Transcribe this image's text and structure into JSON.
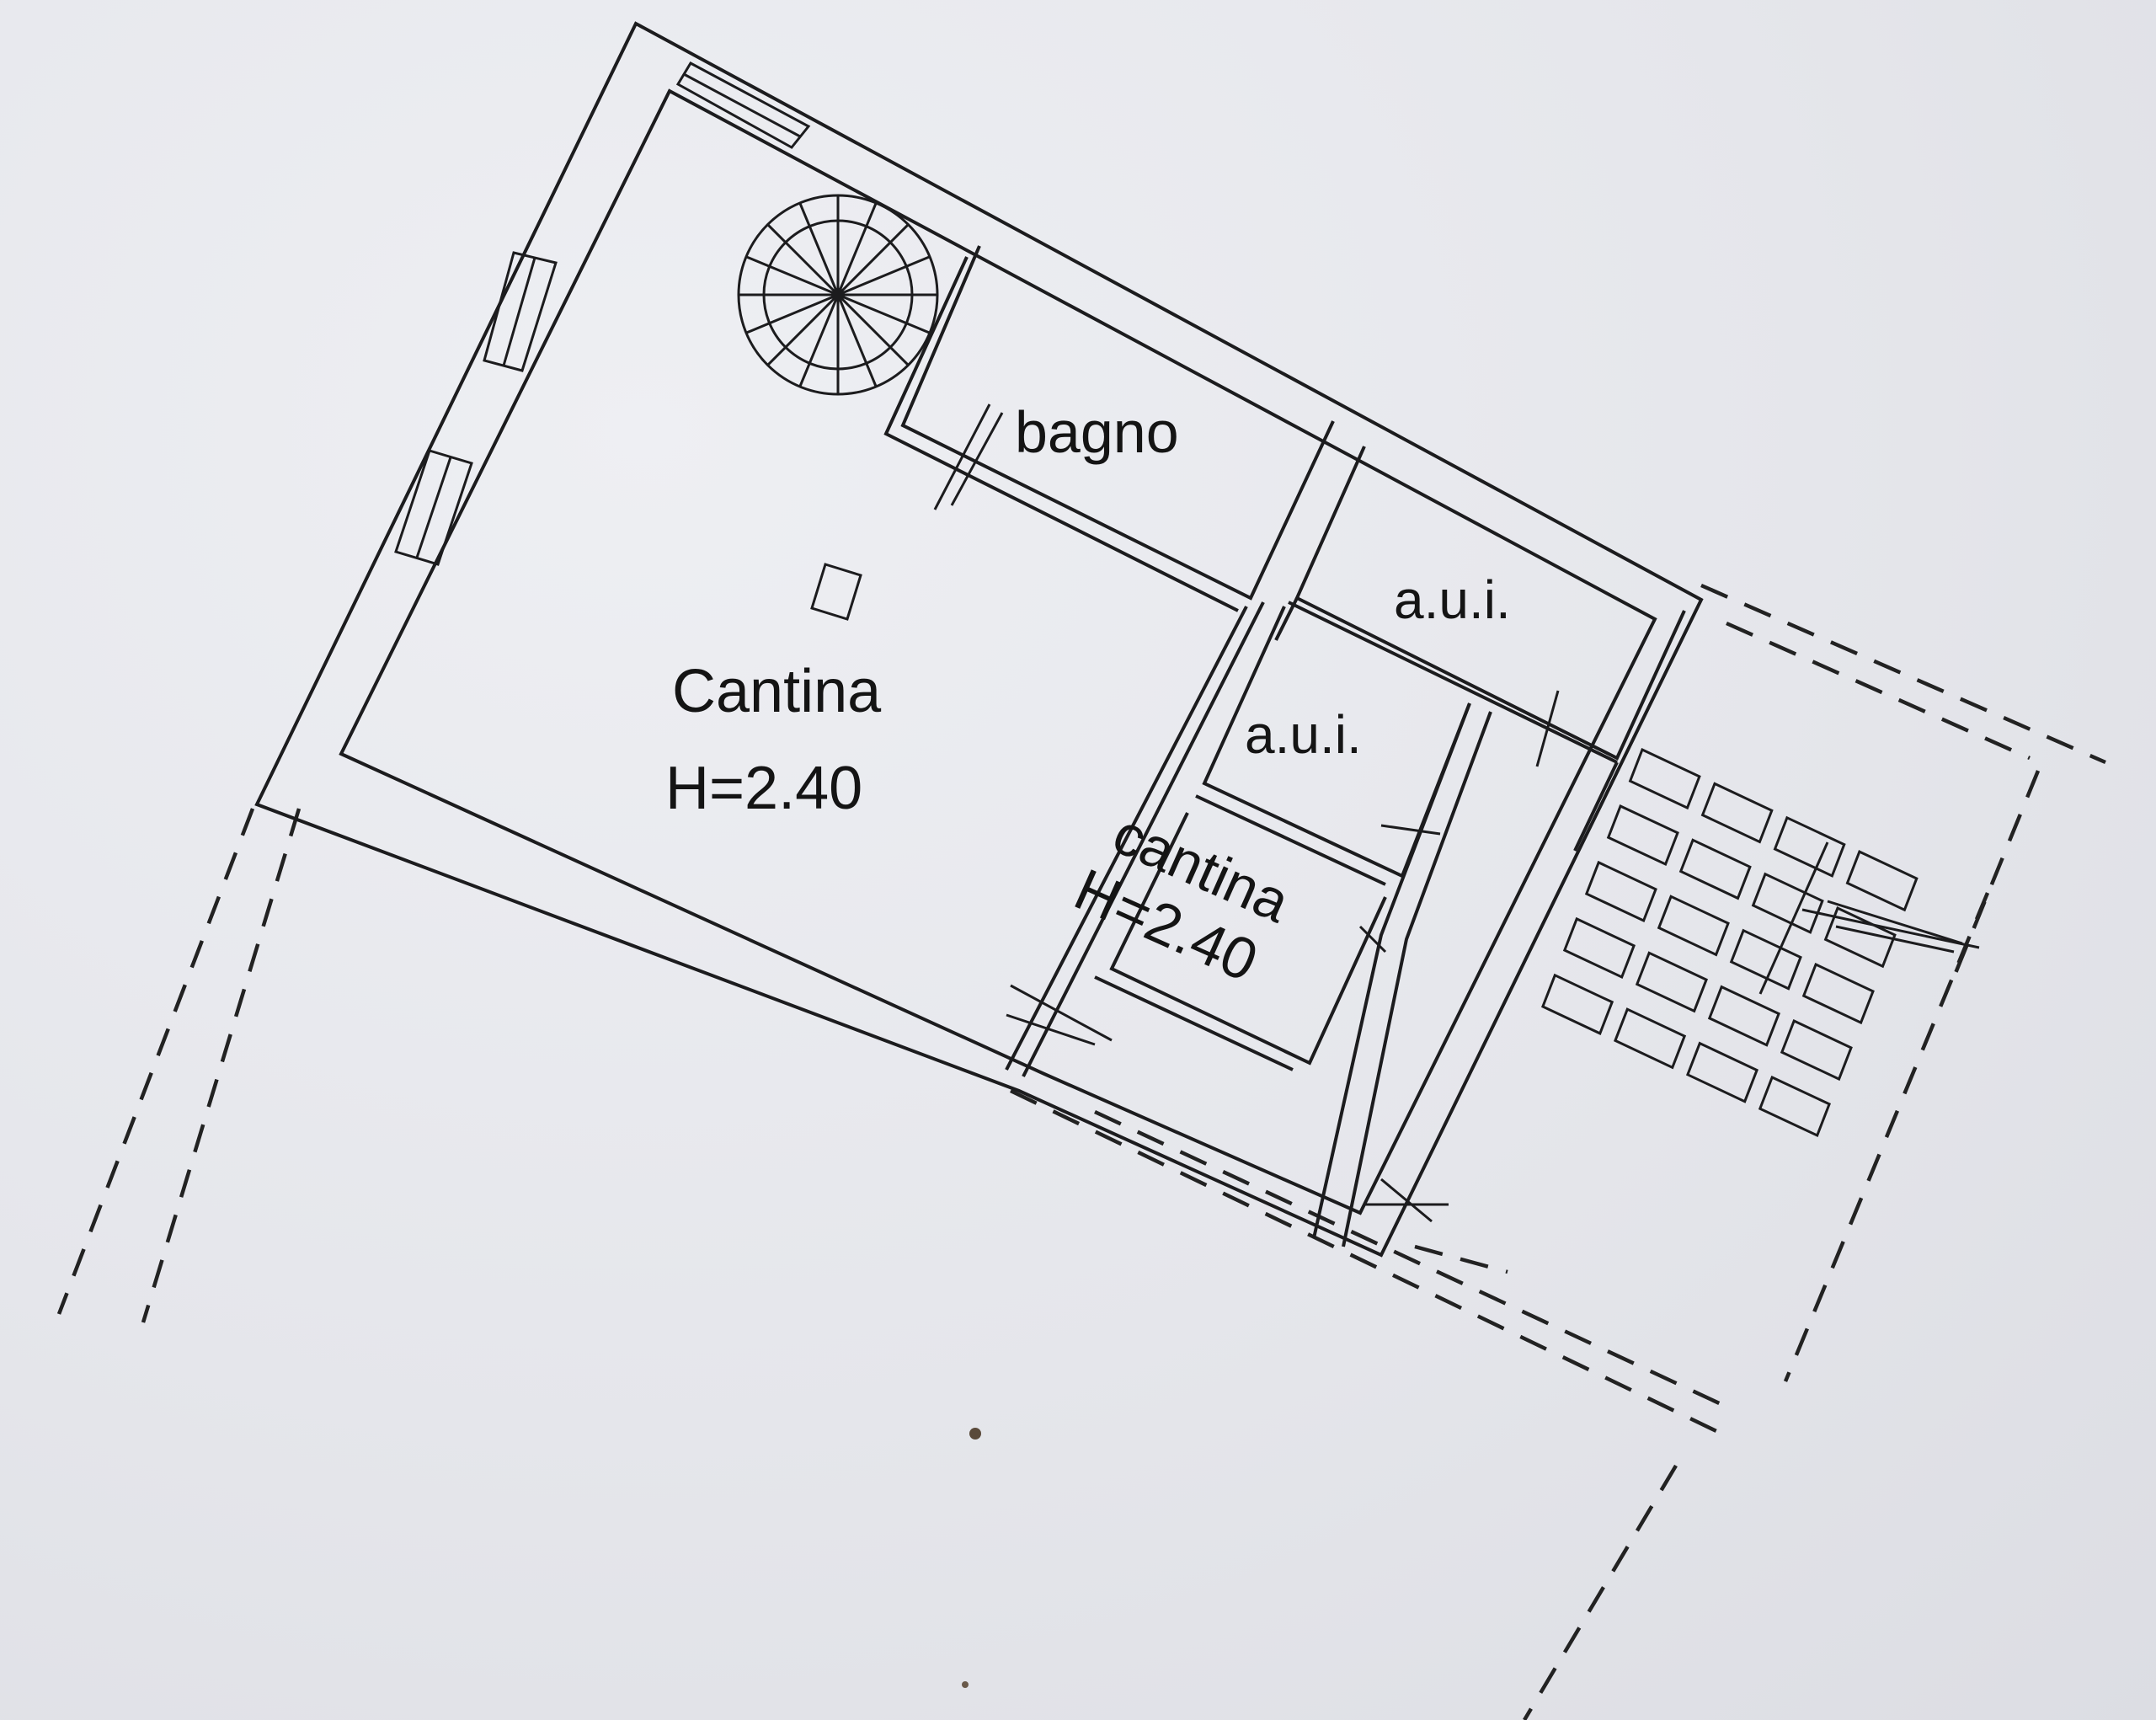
{
  "rooms": {
    "cantina_main": {
      "name": "Cantina",
      "height": "H=2.40"
    },
    "bagno": {
      "name": "bagno"
    },
    "aui_upper": {
      "name": "a.u.i."
    },
    "aui_lower": {
      "name": "a.u.i."
    },
    "cantina_small": {
      "name": "cantina",
      "height": "H=2.40"
    }
  },
  "icons": [
    "spiral-staircase-icon",
    "window-icon",
    "stairs-icon",
    "north-arrow-icon"
  ],
  "colors": {
    "paper": "#e6e7ec",
    "ink": "#1c1c1e"
  }
}
